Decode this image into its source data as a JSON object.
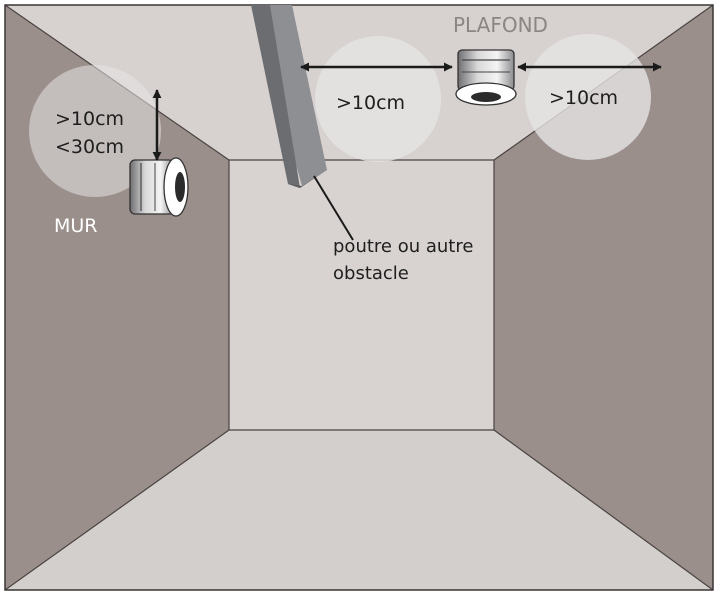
{
  "labels": {
    "ceiling": "PLAFOND",
    "wall": "MUR",
    "wall_min": ">10cm",
    "wall_max": "<30cm",
    "ceiling_left": ">10cm",
    "ceiling_right": ">10cm",
    "beam_line1": "poutre ou autre",
    "beam_line2": "obstacle"
  },
  "colors": {
    "ceiling": "#d7d2d0",
    "back_wall": "#d8d3d1",
    "floor": "#d3cfcd",
    "side_wall": "#9a8f8b",
    "zone": "#e6e4e3",
    "beam_front": "#6c6d70",
    "beam_side": "#8e8f93",
    "arrow": "#1a1a1a",
    "text_dark": "#1e1e1e",
    "text_light": "#ffffff",
    "ceiling_label": "#8c8582"
  },
  "icons": [
    "smoke-detector-ceiling-icon",
    "smoke-detector-wall-icon"
  ]
}
